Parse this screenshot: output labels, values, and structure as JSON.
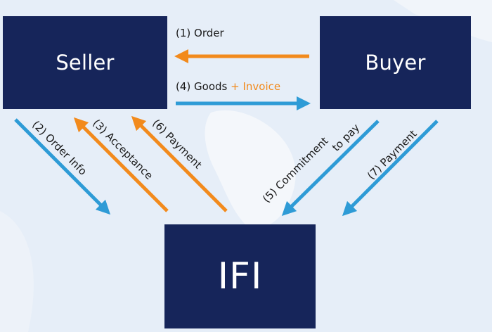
{
  "nodes": {
    "seller": "Seller",
    "buyer": "Buyer",
    "ifi": "IFI"
  },
  "flows": {
    "order": "(1) Order",
    "goods": "(4) Goods",
    "invoice": "+ Invoice",
    "order_info": "(2) Order Info",
    "acceptance": "(3) Acceptance",
    "payment_to_seller": "(6) Payment",
    "commitment_line1": "(5) Commitment",
    "commitment_line2": "to pay",
    "payment_from_buyer": "(7) Payment"
  },
  "colors": {
    "box": "#16255a",
    "orange_arrow": "#f28a1c",
    "blue_arrow": "#2e9bd6",
    "background": "#e8f0f9"
  }
}
